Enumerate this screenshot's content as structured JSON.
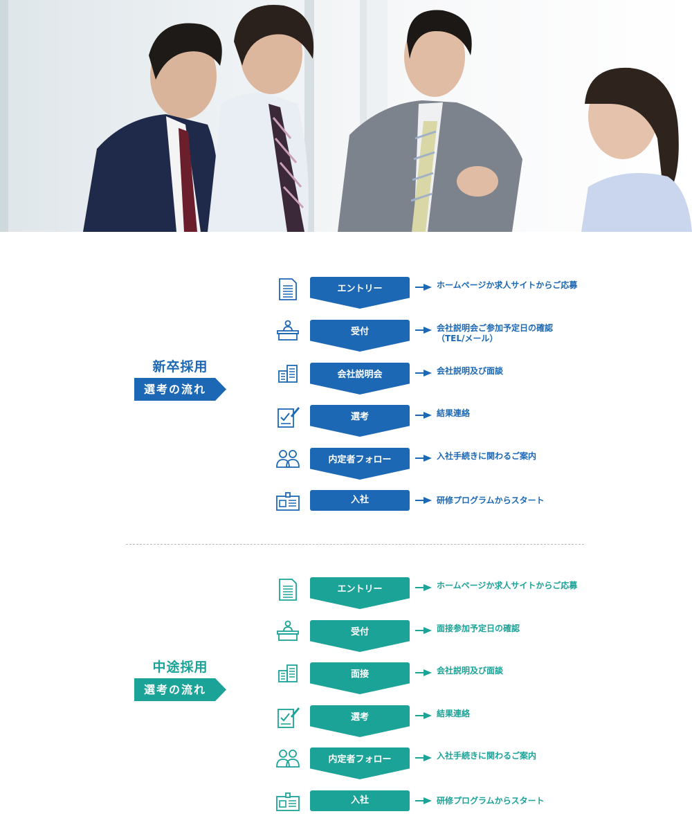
{
  "colors": {
    "shinsotsu": "#1c68b4",
    "chuto": "#1ba398"
  },
  "shinsotsu": {
    "title": "新卒採用",
    "tag": "選考の流れ",
    "steps": [
      {
        "icon": "document-icon",
        "label": "エントリー",
        "desc": "ホームページか求人サイトからご応募"
      },
      {
        "icon": "reception-desk-icon",
        "label": "受付",
        "desc": "会社説明会ご参加予定日の確認\n（TEL/メール）"
      },
      {
        "icon": "office-building-icon",
        "label": "会社説明会",
        "desc": "会社説明及び面談"
      },
      {
        "icon": "checklist-pen-icon",
        "label": "選考",
        "desc": "結果連絡"
      },
      {
        "icon": "people-icon",
        "label": "内定者フォロー",
        "desc": "入社手続きに関わるご案内"
      },
      {
        "icon": "id-card-icon",
        "label": "入社",
        "desc": "研修プログラムからスタート"
      }
    ]
  },
  "chuto": {
    "title": "中途採用",
    "tag": "選考の流れ",
    "steps": [
      {
        "icon": "document-icon",
        "label": "エントリー",
        "desc": "ホームページか求人サイトからご応募"
      },
      {
        "icon": "reception-desk-icon",
        "label": "受付",
        "desc": "面接参加予定日の確認"
      },
      {
        "icon": "office-building-icon",
        "label": "面接",
        "desc": "会社説明及び面談"
      },
      {
        "icon": "checklist-pen-icon",
        "label": "選考",
        "desc": "結果連絡"
      },
      {
        "icon": "people-icon",
        "label": "内定者フォロー",
        "desc": "入社手続きに関わるご案内"
      },
      {
        "icon": "id-card-icon",
        "label": "入社",
        "desc": "研修プログラムからスタート"
      }
    ]
  }
}
